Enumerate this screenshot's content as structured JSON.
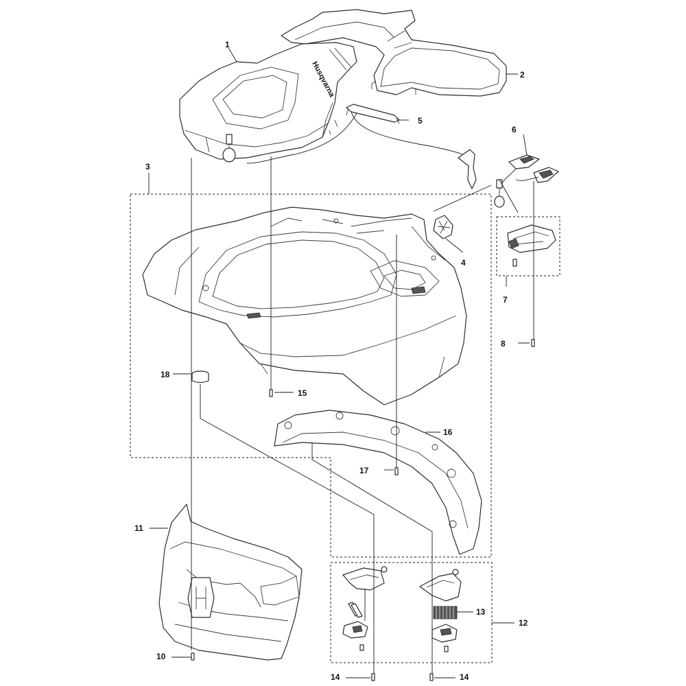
{
  "diagram": {
    "type": "exploded parts diagram",
    "brand_text": "Husqvarna",
    "callouts": {
      "c1": "1",
      "c2": "2",
      "c3": "3",
      "c4": "4",
      "c5": "5",
      "c6": "6",
      "c7": "7",
      "c8": "8",
      "c10": "10",
      "c11": "11",
      "c12": "12",
      "c13": "13",
      "c14a": "14",
      "c14b": "14",
      "c15": "15",
      "c16": "16",
      "c17": "17",
      "c18": "18"
    }
  },
  "colors": {
    "line": "#2a2a2a",
    "background": "#ffffff"
  }
}
